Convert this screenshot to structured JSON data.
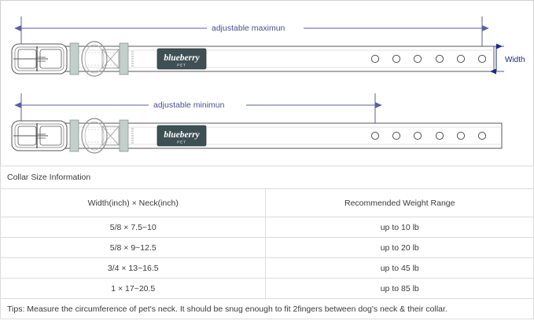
{
  "diagram": {
    "title": "dog-collar-size-diagram",
    "accent_color": "#5b5ea6",
    "line_color": "#555555",
    "hardware_color": "#c3cfcb",
    "logo_bg_color": "#3f5054",
    "labels": {
      "adjustable_max": "adjustable maximun",
      "adjustable_min": "adjustable minimun",
      "width": "Width"
    },
    "brand": {
      "name": "blueberry",
      "sub": "PET"
    },
    "straps": [
      {
        "id": "max",
        "holes": 6,
        "marker_hole_index": 6
      },
      {
        "id": "min",
        "holes": 6,
        "marker_hole_index": 1
      }
    ]
  },
  "table": {
    "caption": "Collar Size Information",
    "columns": [
      "Width(inch)  ×  Neck(inch)",
      "Recommended Weight Range"
    ],
    "rows": [
      {
        "size": "5/8 × 7.5~10",
        "weight": "up to 10 lb"
      },
      {
        "size": "5/8 × 9~12.5",
        "weight": "up to 20 lb"
      },
      {
        "size": "3/4 × 13~16.5",
        "weight": "up to 45 lb"
      },
      {
        "size": "1 × 17~20.5",
        "weight": "up to 85 lb"
      }
    ],
    "tips": "Tips: Measure the circumference of pet's neck. It should be snug enough to fit 2fingers between dog's neck & their collar."
  }
}
